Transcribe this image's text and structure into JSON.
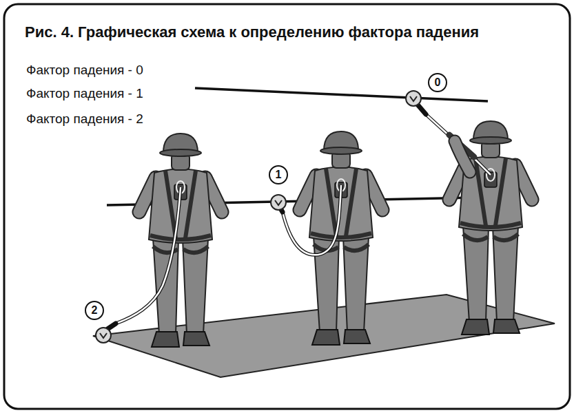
{
  "diagram": {
    "title": "Рис. 4. Графическая схема к определению фактора падения",
    "nodes": [
      {
        "text": [
          "0"
        ]
      },
      {
        "text": [
          "1"
        ]
      },
      {
        "text": [
          "2"
        ]
      }
    ],
    "labels": [
      "Фактор падения - 0",
      "Фактор падения - 1",
      "Фактор падения - 2"
    ]
  }
}
